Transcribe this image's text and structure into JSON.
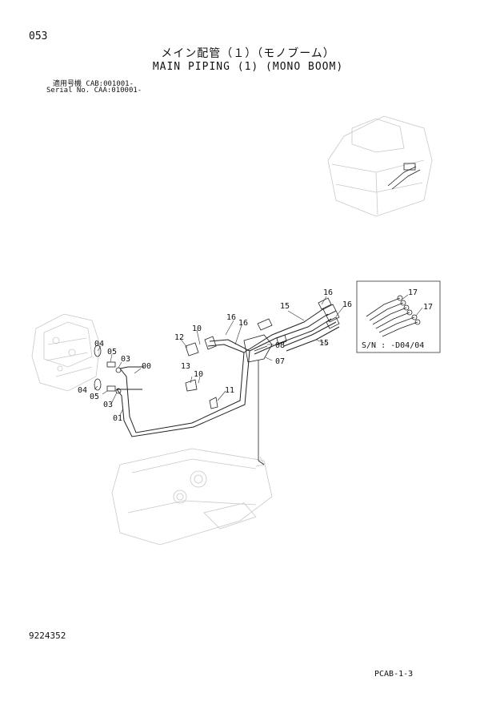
{
  "header": {
    "page_number": "053",
    "title_ja": "メイン配管（１）（モノブーム）",
    "title_en": "MAIN PIPING (1) (MONO BOOM)",
    "serial_line_1": "適用号機  CAB:001001-",
    "serial_line_2": "Serial No. CAA:010001-"
  },
  "footer": {
    "drawing_number": "9224352",
    "page_code": "PCAB-1-3"
  },
  "inset": {
    "label": "S/N : -D04/04",
    "callouts": [
      "17",
      "17"
    ]
  },
  "callouts": {
    "c16a": "16",
    "c16b": "16",
    "c16c": "16",
    "c16d": "16",
    "c15a": "15",
    "c15b": "15",
    "c12": "12",
    "c10a": "10",
    "c10b": "10",
    "c13": "13",
    "c08": "08",
    "c07": "07",
    "c11": "11",
    "c04a": "04",
    "c05a": "05",
    "c03a": "03",
    "c00": "00",
    "c04b": "04",
    "c05b": "05",
    "c03b": "03",
    "c01": "01"
  }
}
